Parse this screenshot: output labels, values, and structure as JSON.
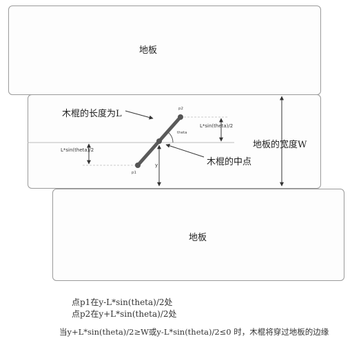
{
  "boards": {
    "top_label": "地板",
    "bottom_label": "地板"
  },
  "annotations": {
    "stick_length": "木棍的长度为L",
    "stick_midpoint": "木棍的中点",
    "floor_width": "地板的宽度W",
    "half_height_upper": "L*sin(theta)/2",
    "half_height_lower": "L*sin(theta)/2",
    "theta": "theta",
    "p1": "p1",
    "p2": "p2",
    "y": "y"
  },
  "captions": {
    "line1": "点p1在y-L*sin(theta)/2处",
    "line2": "点p2在y+L*sin(theta)/2处",
    "line3": "当y+L*sin(theta)/2≥W或y-L*sin(theta)/2≤0 时，木棍将穿过地板的边缘"
  }
}
